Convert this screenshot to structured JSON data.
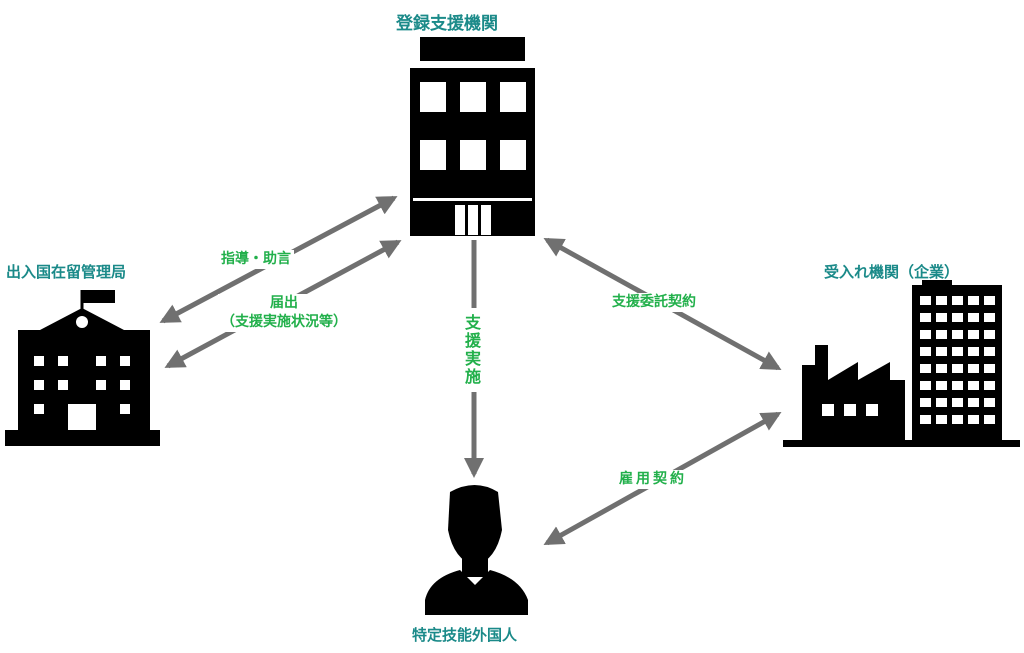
{
  "nodes": {
    "support_org": "登録支援機関",
    "immigration": "出入国在留管理局",
    "employer": "受入れ機関（企業）",
    "worker": "特定技能外国人"
  },
  "relations": {
    "guidance": "指導・助言",
    "report_line1": "届出",
    "report_line2": "（支援実施状況等）",
    "support": "支援実施",
    "support_contract": "支援委託契約",
    "employment_contract": "雇用契約"
  },
  "colors": {
    "node_label": "#1b8a89",
    "relation_label": "#22b04b",
    "arrow": "#707070",
    "icon": "#000000"
  }
}
